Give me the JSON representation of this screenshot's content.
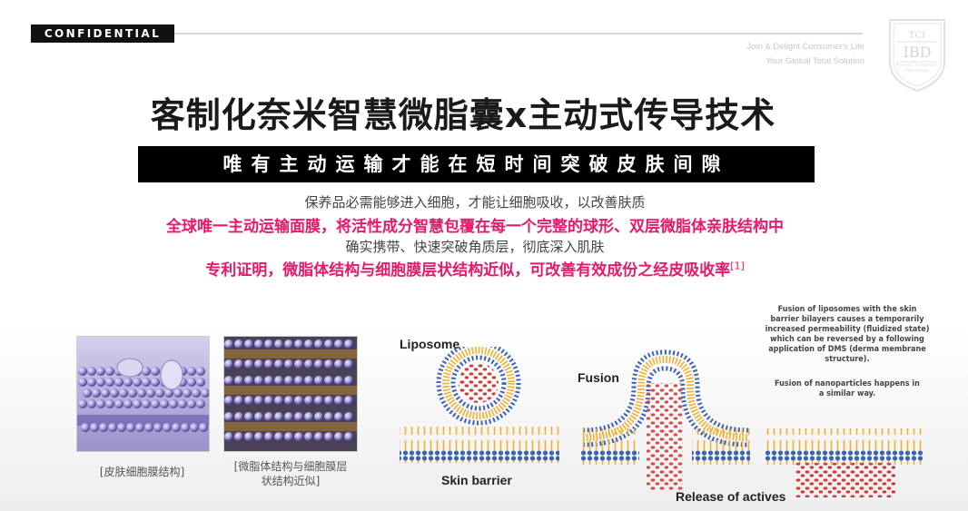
{
  "header": {
    "confidential": "CONFIDENTIAL",
    "tagline_1": "Join & Delight Consumer's Life",
    "tagline_2": "Your Global Total Solution",
    "crest_text_top": "TCI",
    "crest_text_main": "IBD",
    "crest_text_sub": "Pioneer · Formation · Partnership"
  },
  "title": "客制化奈米智慧微脂囊x主动式传导技术",
  "banner": "唯有主动运输才能在短时间突破皮肤间隙",
  "lines": {
    "l1": "保养品必需能够进入细胞，才能让细胞吸收，以改善肤质",
    "l2": "全球唯一主动运输面膜，将活性成分智慧包覆在每一个完整的球形、双层微脂体亲肤结构中",
    "l3": "确实携带、快速突破角质层，彻底深入肌肤",
    "l4": "专利证明，微脂体结构与细胞膜层状结构近似，可改善有效成份之经皮吸收率",
    "l4_ref": "[1]"
  },
  "captions": {
    "skin_membrane": "[皮肤细胞膜结构]",
    "liposome_similar_1": "[微脂体结构与细胞膜层",
    "liposome_similar_2": "状结构近似]"
  },
  "diagram": {
    "liposome": "Liposome",
    "fusion": "Fusion",
    "skin_barrier": "Skin barrier",
    "release": "Release of actives",
    "note_1": "Fusion of liposomes with the skin barrier bilayers causes a temporarily increased permeability (fluidized state) which can be reversed by a following application of DMS (derma membrane structure).",
    "note_2": "Fusion of nanoparticles happens in a similar way."
  },
  "colors": {
    "accent_pink": "#e6196c",
    "banner_bg": "#000000",
    "lipid_blue": "#3a63b8",
    "lipid_tail": "#f0b030",
    "active_red": "#d23b3b"
  }
}
